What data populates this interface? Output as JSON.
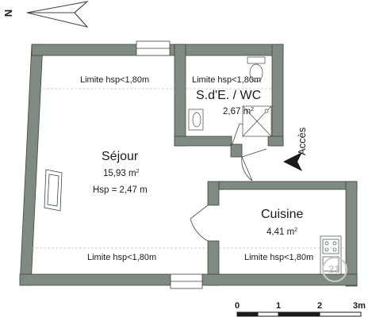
{
  "north": {
    "label": "N",
    "icon": "north-arrow-icon"
  },
  "rooms": [
    {
      "id": "sejour",
      "name": "Séjour",
      "area_value": "15,93 m",
      "area_sup": "2",
      "height": "Hsp = 2,47 m"
    },
    {
      "id": "sde",
      "name": "S.d'E. / WC",
      "area_value": "2,67 m",
      "area_sup": "2"
    },
    {
      "id": "cuisine",
      "name": "Cuisine",
      "area_value": "4,41 m",
      "area_sup": "2"
    }
  ],
  "height_limits": {
    "sejour_top": "Limite hsp<1,80m",
    "sde_top": "Limite hsp<1,80m",
    "sejour_bottom": "Limite hsp<1,80m",
    "cuisine_bottom": "Limite hsp<1,80m"
  },
  "access": {
    "label": "Accès",
    "icon": "entrance-arrow-icon"
  },
  "scale_bar": {
    "ticks": [
      "0",
      "1",
      "2",
      "3m"
    ],
    "pattern": [
      "black",
      "white",
      "black",
      "white"
    ]
  },
  "watermark": {
    "icon": "watermark-c21-icon",
    "text": "21"
  },
  "colors": {
    "wall": "#7f8a84",
    "wall_edge": "#3f4642",
    "text": "#1a1a1a",
    "limit_line": "#bdbdbd"
  }
}
